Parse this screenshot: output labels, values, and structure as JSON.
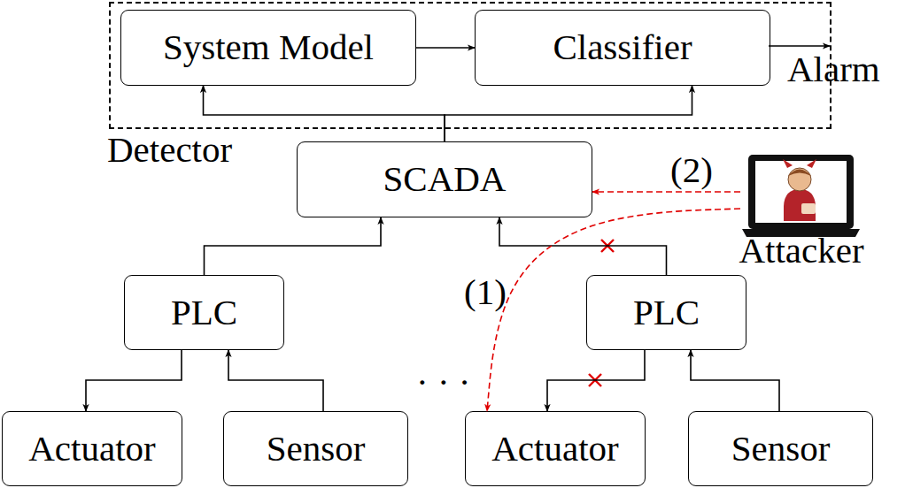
{
  "diagram": {
    "nodes": [
      {
        "text": [
          "Detector"
        ]
      },
      {
        "text": [
          "System Model"
        ],
        "in": 0
      },
      {
        "text": [
          "Classifier"
        ],
        "in": 0
      },
      {
        "text": [
          "SCADA"
        ]
      },
      {
        "text": [
          "PLC"
        ]
      },
      {
        "text": [
          "PLC"
        ]
      },
      {
        "text": [
          "Actuator"
        ]
      },
      {
        "text": [
          "Sensor"
        ]
      },
      {
        "text": [
          "Actuator"
        ]
      },
      {
        "text": [
          "Sensor"
        ]
      },
      {
        "text": [
          "Attacker"
        ]
      }
    ],
    "edges": [
      {
        "from": 1,
        "to": 2,
        "arrow": "to"
      },
      {
        "from": 3,
        "to": 1,
        "arrow": "to"
      },
      {
        "from": 3,
        "to": 2,
        "arrow": "to"
      },
      {
        "from": 4,
        "to": 3,
        "arrow": "to"
      },
      {
        "from": 5,
        "to": 3,
        "arrow": "to"
      },
      {
        "from": 4,
        "to": 6,
        "arrow": "to"
      },
      {
        "from": 7,
        "to": 4,
        "arrow": "to"
      },
      {
        "from": 5,
        "to": 8,
        "arrow": "to"
      },
      {
        "from": 9,
        "to": 5,
        "arrow": "to"
      },
      {
        "from": 10,
        "to": 3,
        "label": "(2)",
        "arrow": "to"
      },
      {
        "from": 10,
        "to": 8,
        "label": "(1)",
        "arrow": "to"
      }
    ],
    "labels": [
      "Alarm",
      "· · ·"
    ]
  }
}
